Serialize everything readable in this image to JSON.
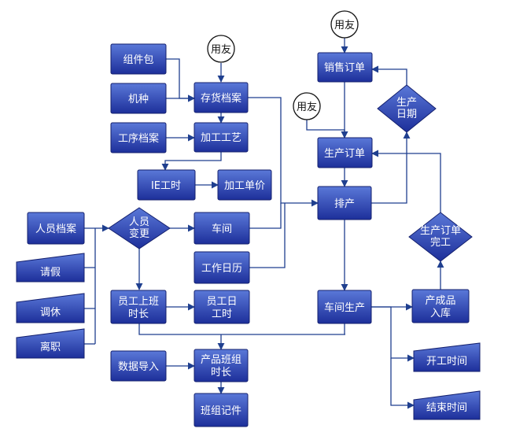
{
  "diagram": {
    "colors": {
      "node_fill_top": "#5a78d8",
      "node_fill_bottom": "#1d2f9a",
      "node_stroke": "#14206e",
      "edge": "#1f3f8f",
      "circle_fill": "#ffffff",
      "circle_stroke": "#111111"
    },
    "nodes": {
      "yongyou_1": "用友",
      "zujianbao": "组件包",
      "jizhong": "机种",
      "cunhuo_dangan": "存货档案",
      "gongxu_dangan": "工序档案",
      "jiagong_gongyi": "加工工艺",
      "ie_gongshi": "IE工时",
      "jiagong_danjia": "加工单价",
      "renyuan_dangan": "人员档案",
      "renyuan_biangeng": [
        "人员",
        "变更"
      ],
      "chejian": "车间",
      "qingjia": "请假",
      "tiaoxiu": "调休",
      "lizhi": "离职",
      "gongzuo_rili": "工作日历",
      "yuangong_shangban": [
        "员工上班",
        "时长"
      ],
      "yuangong_rigongshi": [
        "员工日",
        "工时"
      ],
      "shuju_daoru": "数据导入",
      "chanpin_banzu": [
        "产品班组",
        "时长"
      ],
      "banzu_jijian": "班组记件",
      "yongyou_2": "用友",
      "yongyou_3": "用友",
      "xiaoshou_dingdan": "销售订单",
      "shengchan_riqi": [
        "生产",
        "日期"
      ],
      "shengchan_dingdan": "生产订单",
      "paichan": "排产",
      "shengchan_wangong": [
        "生产订单",
        "完工"
      ],
      "chejian_shengchan": "车间生产",
      "chanchengpin_ruku": [
        "产成品",
        "入库"
      ],
      "kaigong_shijian": "开工时间",
      "jieshu_shijian": "结束时间"
    }
  }
}
